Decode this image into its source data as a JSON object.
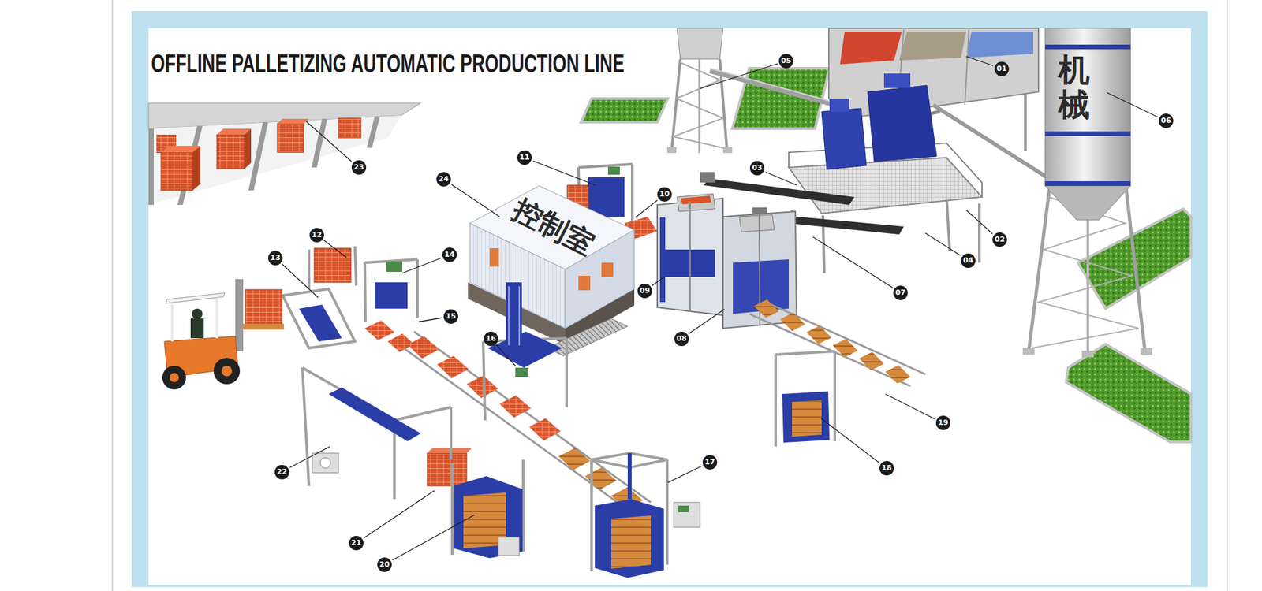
{
  "diagram": {
    "title": "OFFLINE PALLETIZING AUTOMATIC PRODUCTION LINE",
    "labels": [
      "01",
      "02",
      "03",
      "04",
      "05",
      "06",
      "07",
      "08",
      "09",
      "10",
      "11",
      "12",
      "13",
      "14",
      "15",
      "16",
      "17",
      "18",
      "19",
      "20",
      "21",
      "22",
      "23",
      "24",
      "控制室",
      "机械"
    ]
  }
}
